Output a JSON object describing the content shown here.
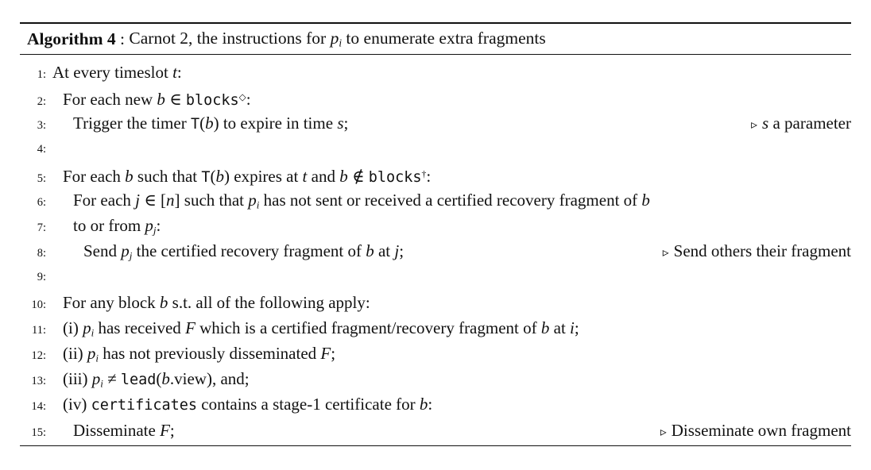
{
  "colors": {
    "text": "#111111",
    "background": "#ffffff",
    "rule": "#111111"
  },
  "algorithm": {
    "header": {
      "label": "Algorithm 4",
      "separator": " : ",
      "title_segments": [
        [
          "rm",
          "Carnot 2, the instructions for "
        ],
        [
          "it",
          "p"
        ],
        [
          "sub",
          "i"
        ],
        [
          "rm",
          " to enumerate extra fragments"
        ]
      ]
    },
    "comment_marker": "▹",
    "lines": [
      {
        "num": "1:",
        "indent": 0,
        "segments": [
          [
            "rm",
            "At every timeslot "
          ],
          [
            "it",
            "t"
          ],
          [
            "rm",
            ":"
          ]
        ],
        "comment": null
      },
      {
        "num": "2:",
        "indent": 1,
        "segments": [
          [
            "rm",
            "For each new "
          ],
          [
            "it",
            "b"
          ],
          [
            "rm",
            " ∈ "
          ],
          [
            "tt",
            "blocks"
          ],
          [
            "sup",
            "◇"
          ],
          [
            "rm",
            ":"
          ]
        ],
        "comment": null
      },
      {
        "num": "3:",
        "indent": 2,
        "segments": [
          [
            "rm",
            "Trigger the timer "
          ],
          [
            "tt",
            "T"
          ],
          [
            "rm",
            "("
          ],
          [
            "it",
            "b"
          ],
          [
            "rm",
            ") to expire in time "
          ],
          [
            "it",
            "s"
          ],
          [
            "rm",
            ";"
          ]
        ],
        "comment": [
          [
            "it",
            "s"
          ],
          [
            "rm",
            " a parameter"
          ]
        ]
      },
      {
        "num": "4:",
        "indent": 0,
        "segments": [],
        "comment": null
      },
      {
        "num": "5:",
        "indent": 1,
        "segments": [
          [
            "rm",
            "For each "
          ],
          [
            "it",
            "b"
          ],
          [
            "rm",
            " such that "
          ],
          [
            "tt",
            "T"
          ],
          [
            "rm",
            "("
          ],
          [
            "it",
            "b"
          ],
          [
            "rm",
            ") expires at "
          ],
          [
            "it",
            "t"
          ],
          [
            "rm",
            " and "
          ],
          [
            "it",
            "b"
          ],
          [
            "rm",
            " ∉ "
          ],
          [
            "tt",
            "blocks"
          ],
          [
            "sup",
            "†"
          ],
          [
            "rm",
            ":"
          ]
        ],
        "comment": null
      },
      {
        "num": "6:",
        "indent": 2,
        "segments": [
          [
            "rm",
            "For each "
          ],
          [
            "it",
            "j"
          ],
          [
            "rm",
            " ∈ ["
          ],
          [
            "it",
            "n"
          ],
          [
            "rm",
            "] such that "
          ],
          [
            "it",
            "p"
          ],
          [
            "sub",
            "i"
          ],
          [
            "rm",
            " has not sent or received a certified recovery fragment of "
          ],
          [
            "it",
            "b"
          ]
        ],
        "comment": null
      },
      {
        "num": "7:",
        "indent": 2,
        "segments": [
          [
            "rm",
            "to or from "
          ],
          [
            "it",
            "p"
          ],
          [
            "sub",
            "j"
          ],
          [
            "rm",
            ":"
          ]
        ],
        "comment": null
      },
      {
        "num": "8:",
        "indent": 3,
        "segments": [
          [
            "rm",
            "Send "
          ],
          [
            "it",
            "p"
          ],
          [
            "sub",
            "j"
          ],
          [
            "rm",
            " the certified recovery fragment of "
          ],
          [
            "it",
            "b"
          ],
          [
            "rm",
            " at "
          ],
          [
            "it",
            "j"
          ],
          [
            "rm",
            ";"
          ]
        ],
        "comment": [
          [
            "rm",
            "Send others their fragment"
          ]
        ]
      },
      {
        "num": "9:",
        "indent": 0,
        "segments": [],
        "comment": null
      },
      {
        "num": "10:",
        "indent": 1,
        "segments": [
          [
            "rm",
            "For any block "
          ],
          [
            "it",
            "b"
          ],
          [
            "rm",
            " s.t. all of the following apply:"
          ]
        ],
        "comment": null
      },
      {
        "num": "11:",
        "indent": 1,
        "segments": [
          [
            "rm",
            "(i) "
          ],
          [
            "it",
            "p"
          ],
          [
            "sub",
            "i"
          ],
          [
            "rm",
            " has received "
          ],
          [
            "it",
            "F"
          ],
          [
            "rm",
            " which is a certified fragment/recovery fragment of "
          ],
          [
            "it",
            "b"
          ],
          [
            "rm",
            " at "
          ],
          [
            "it",
            "i"
          ],
          [
            "rm",
            ";"
          ]
        ],
        "comment": null
      },
      {
        "num": "12:",
        "indent": 1,
        "segments": [
          [
            "rm",
            "(ii) "
          ],
          [
            "it",
            "p"
          ],
          [
            "sub",
            "i"
          ],
          [
            "rm",
            " has not previously disseminated "
          ],
          [
            "it",
            "F"
          ],
          [
            "rm",
            ";"
          ]
        ],
        "comment": null
      },
      {
        "num": "13:",
        "indent": 1,
        "segments": [
          [
            "rm",
            "(iii) "
          ],
          [
            "it",
            "p"
          ],
          [
            "sub",
            "i"
          ],
          [
            "rm",
            " ≠ "
          ],
          [
            "tt",
            "lead"
          ],
          [
            "rm",
            "("
          ],
          [
            "it",
            "b"
          ],
          [
            "rm",
            ".view), and;"
          ]
        ],
        "comment": null
      },
      {
        "num": "14:",
        "indent": 1,
        "segments": [
          [
            "rm",
            "(iv) "
          ],
          [
            "tt",
            "certificates"
          ],
          [
            "rm",
            " contains a stage-1 certificate for "
          ],
          [
            "it",
            "b"
          ],
          [
            "rm",
            ":"
          ]
        ],
        "comment": null
      },
      {
        "num": "15:",
        "indent": 2,
        "segments": [
          [
            "rm",
            "Disseminate "
          ],
          [
            "it",
            "F"
          ],
          [
            "rm",
            ";"
          ]
        ],
        "comment": [
          [
            "rm",
            "Disseminate own fragment"
          ]
        ]
      }
    ]
  }
}
